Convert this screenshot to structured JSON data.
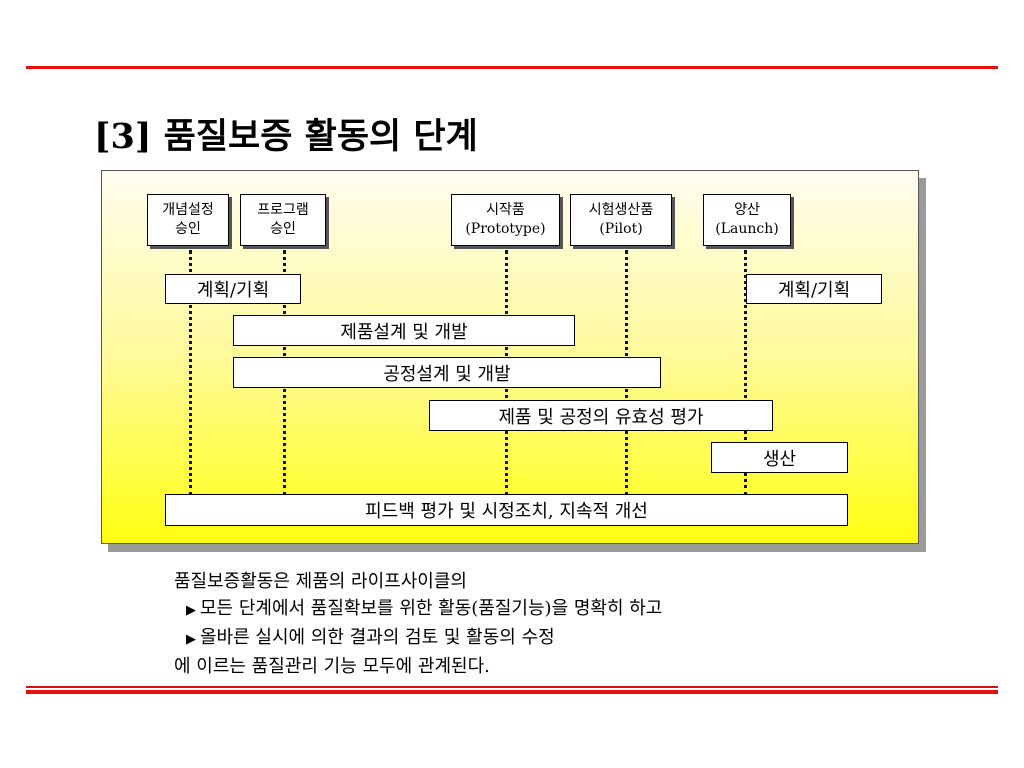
{
  "title": "[3] 품질보증 활동의 단계",
  "milestones": [
    {
      "line1": "개념설정",
      "line2": "승인"
    },
    {
      "line1": "프로그램",
      "line2": "승인"
    },
    {
      "line1": "시작품",
      "line2": "(Prototype)"
    },
    {
      "line1": "시험생산품",
      "line2": "(Pilot)"
    },
    {
      "line1": "양산",
      "line2": "(Launch)"
    }
  ],
  "bars": {
    "plan_left": "계획/기획",
    "plan_right": "계획/기획",
    "product_design": "제품설계 및 개발",
    "process_design": "공정설계 및 개발",
    "validation": "제품 및 공정의 유효성 평가",
    "production": "생산",
    "feedback": "피드백 평가 및 시정조치, 지속적 개선"
  },
  "description": {
    "line1": "품질보증활동은 제품의 라이프사이클의",
    "bullet1": "모든 단계에서 품질확보를 위한 활동(품질기능)을 명확히 하고",
    "bullet2": "올바른 실시에 의한 결과의 검토 및 활동의 수정",
    "line4": "에 이르는 품질관리 기능 모두에 관계된다."
  },
  "colors": {
    "accent_red": "#e01010",
    "panel_top": "#fffdf0",
    "panel_bottom": "#ffff10"
  }
}
